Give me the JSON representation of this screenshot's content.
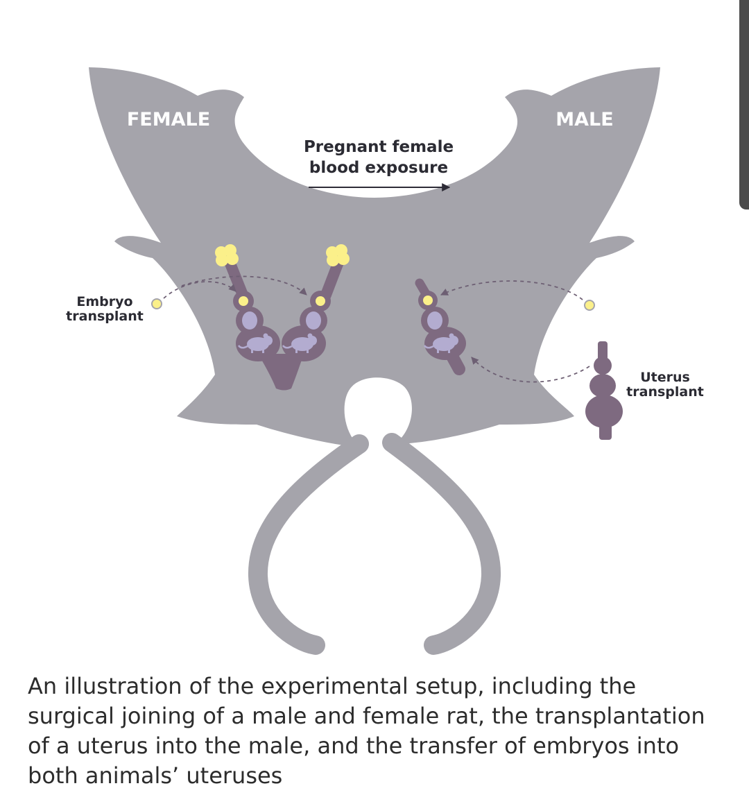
{
  "labels": {
    "female": "FEMALE",
    "male": "MALE",
    "center_line1": "Pregnant female",
    "center_line2": "blood exposure",
    "embryo_line1": "Embryo",
    "embryo_line2": "transplant",
    "uterus_line1": "Uterus",
    "uterus_line2": "transplant"
  },
  "caption": "An illustration of the experimental setup, including the surgical joining of a male and female rat, the transplantation of a uterus into the male, and the transfer of embryos into both animals’ uteruses",
  "colors": {
    "body": "#a5a4ab",
    "uterus": "#7e6a80",
    "embryo": "#b3acd0",
    "ovary": "#fbf08a",
    "arrow": "#2d2b36",
    "dashed": "#6d5f73"
  }
}
